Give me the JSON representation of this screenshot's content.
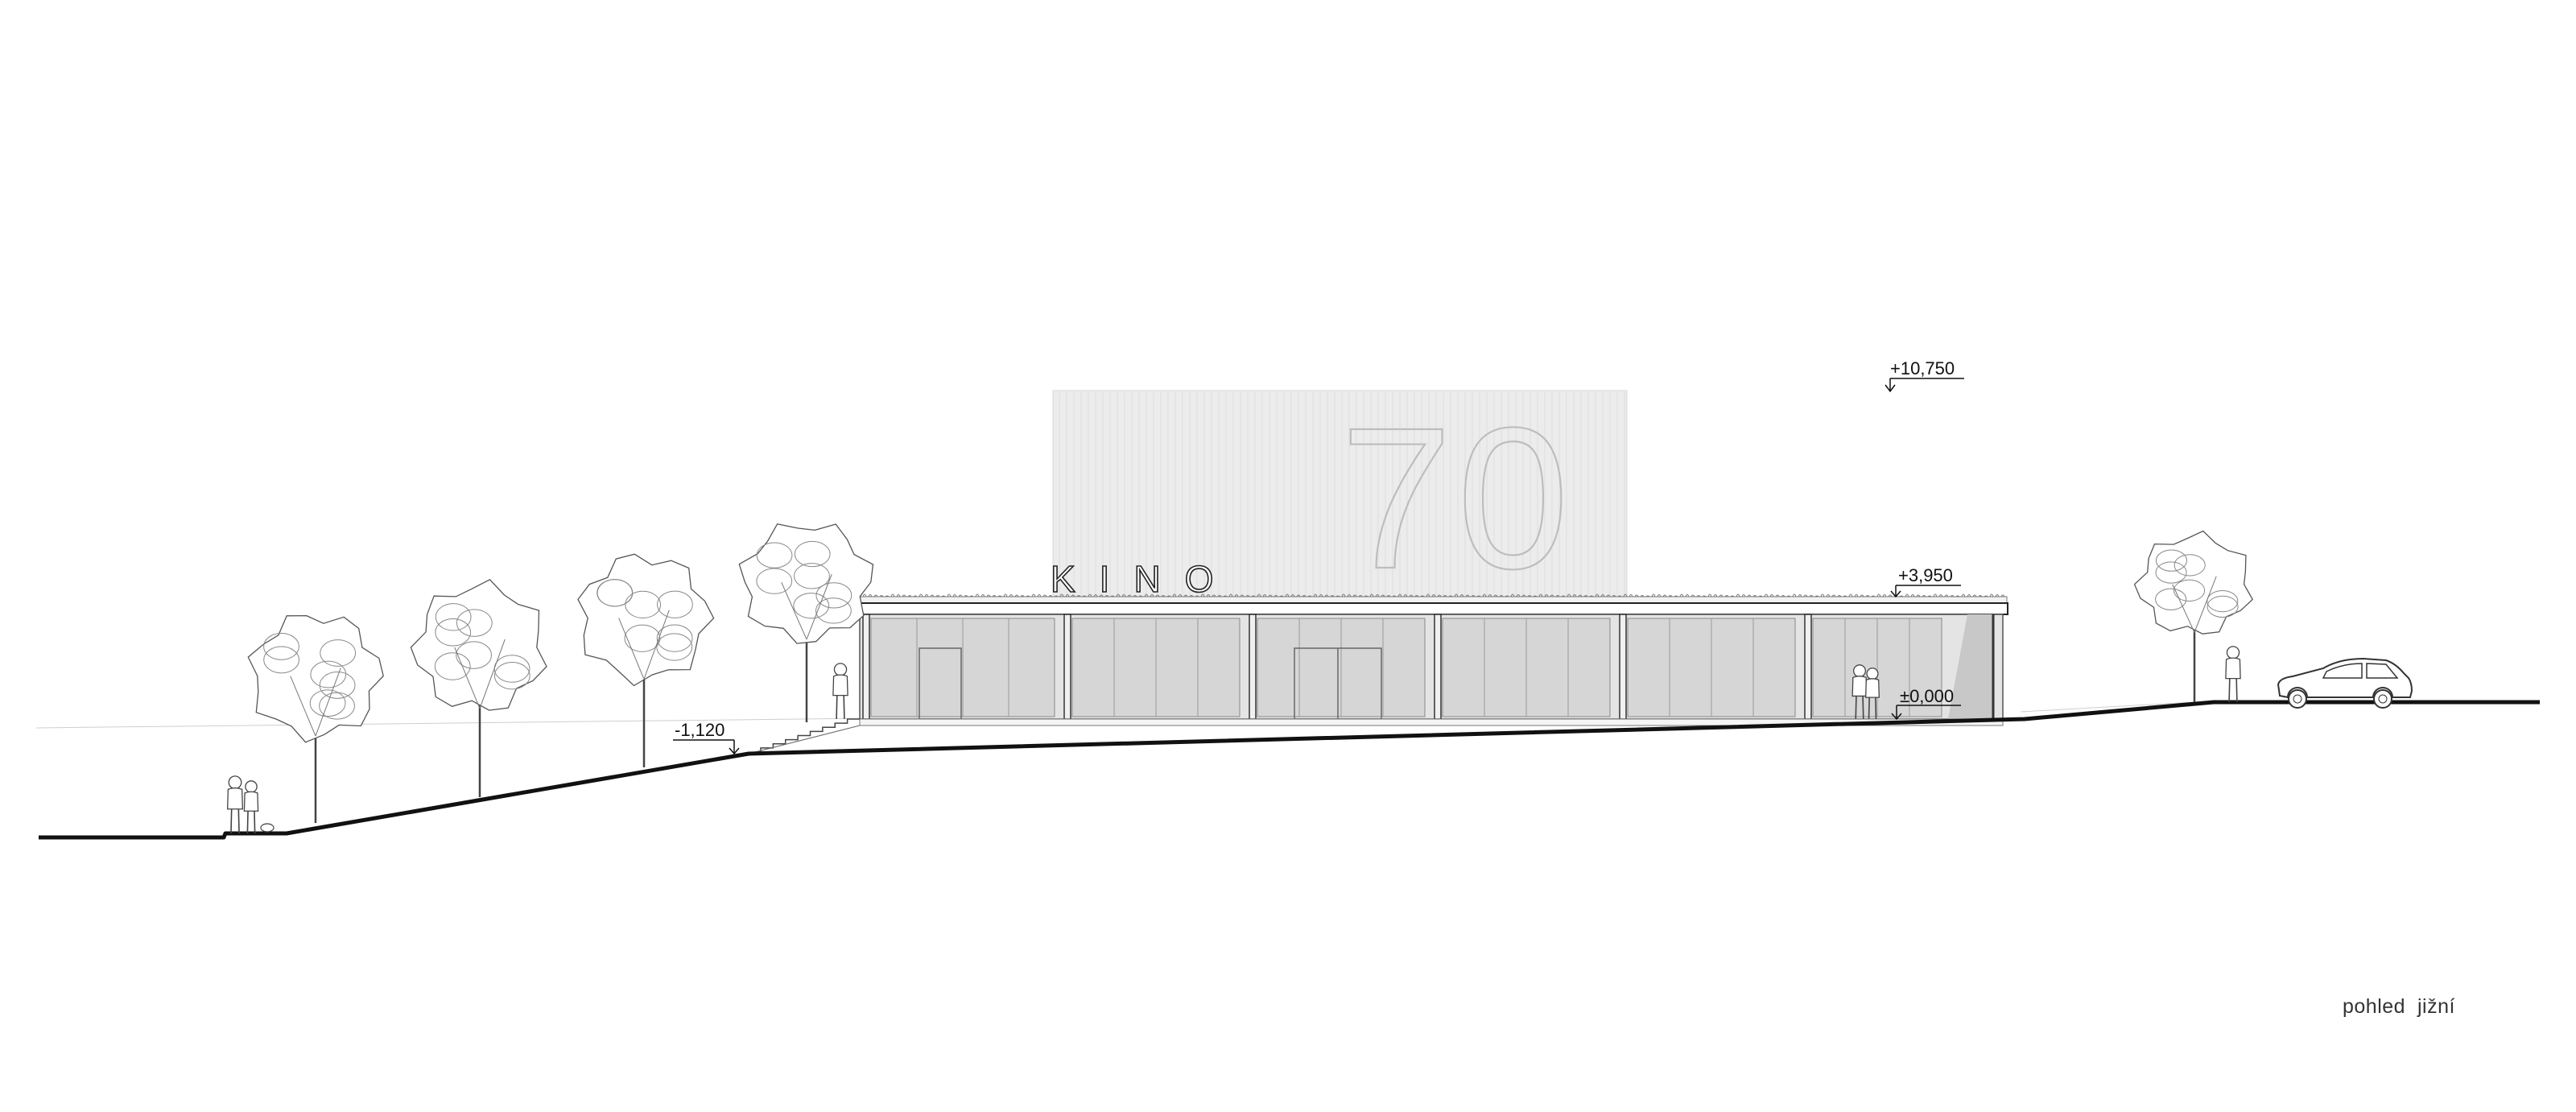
{
  "levels": {
    "top": "+10,750",
    "roof": "+3,950",
    "ground": "±0,000",
    "lower": "-1,120"
  },
  "signage": {
    "name": "KINO",
    "number": "70"
  },
  "caption": "pohled  jižní",
  "colors": {
    "line": "#111111",
    "facade": "#e6e6e6",
    "glass": "#d6d6d6",
    "tower": "#ececec"
  },
  "icons": [
    "tree-icon",
    "person-icon",
    "car-icon"
  ]
}
